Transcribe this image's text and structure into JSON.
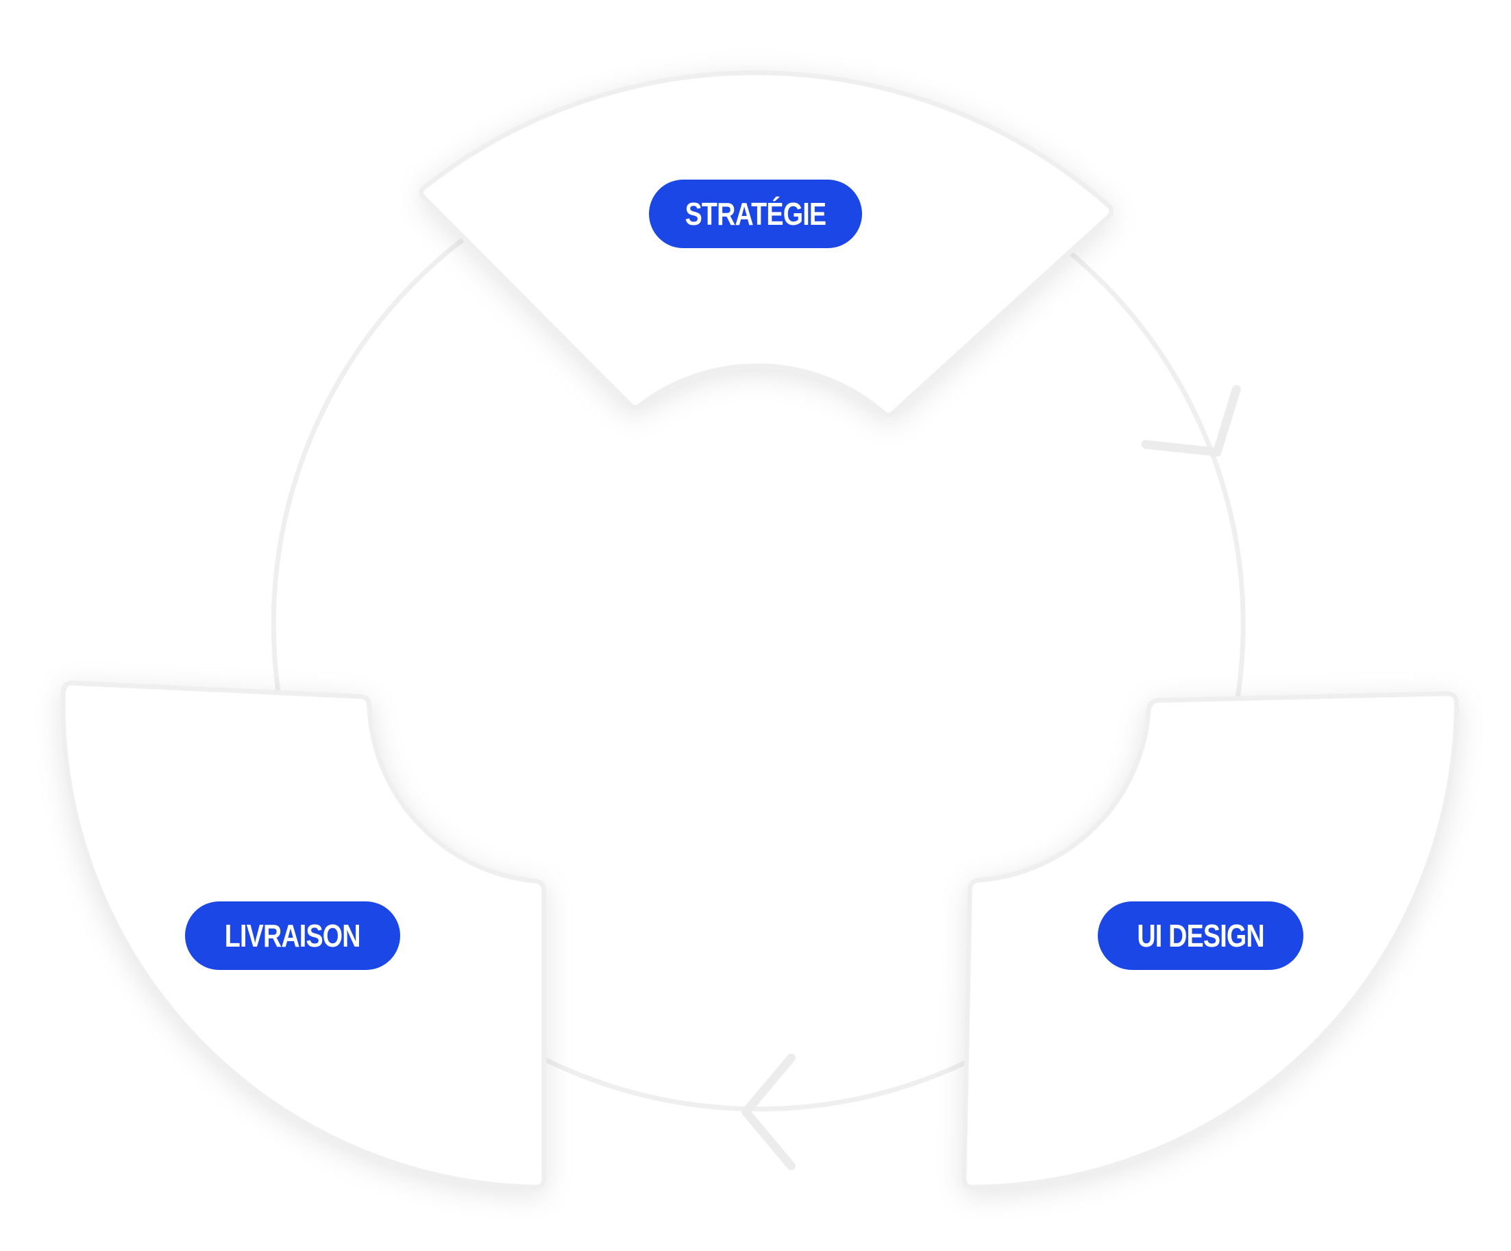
{
  "diagram": {
    "type": "cycle",
    "stages": [
      {
        "label": "STRATÉGIE"
      },
      {
        "label": "UI DESIGN"
      },
      {
        "label": "LIVRAISON"
      }
    ],
    "colors": {
      "pill": "#1a47e5",
      "outline": "#efefef",
      "background": "#ffffff"
    }
  }
}
